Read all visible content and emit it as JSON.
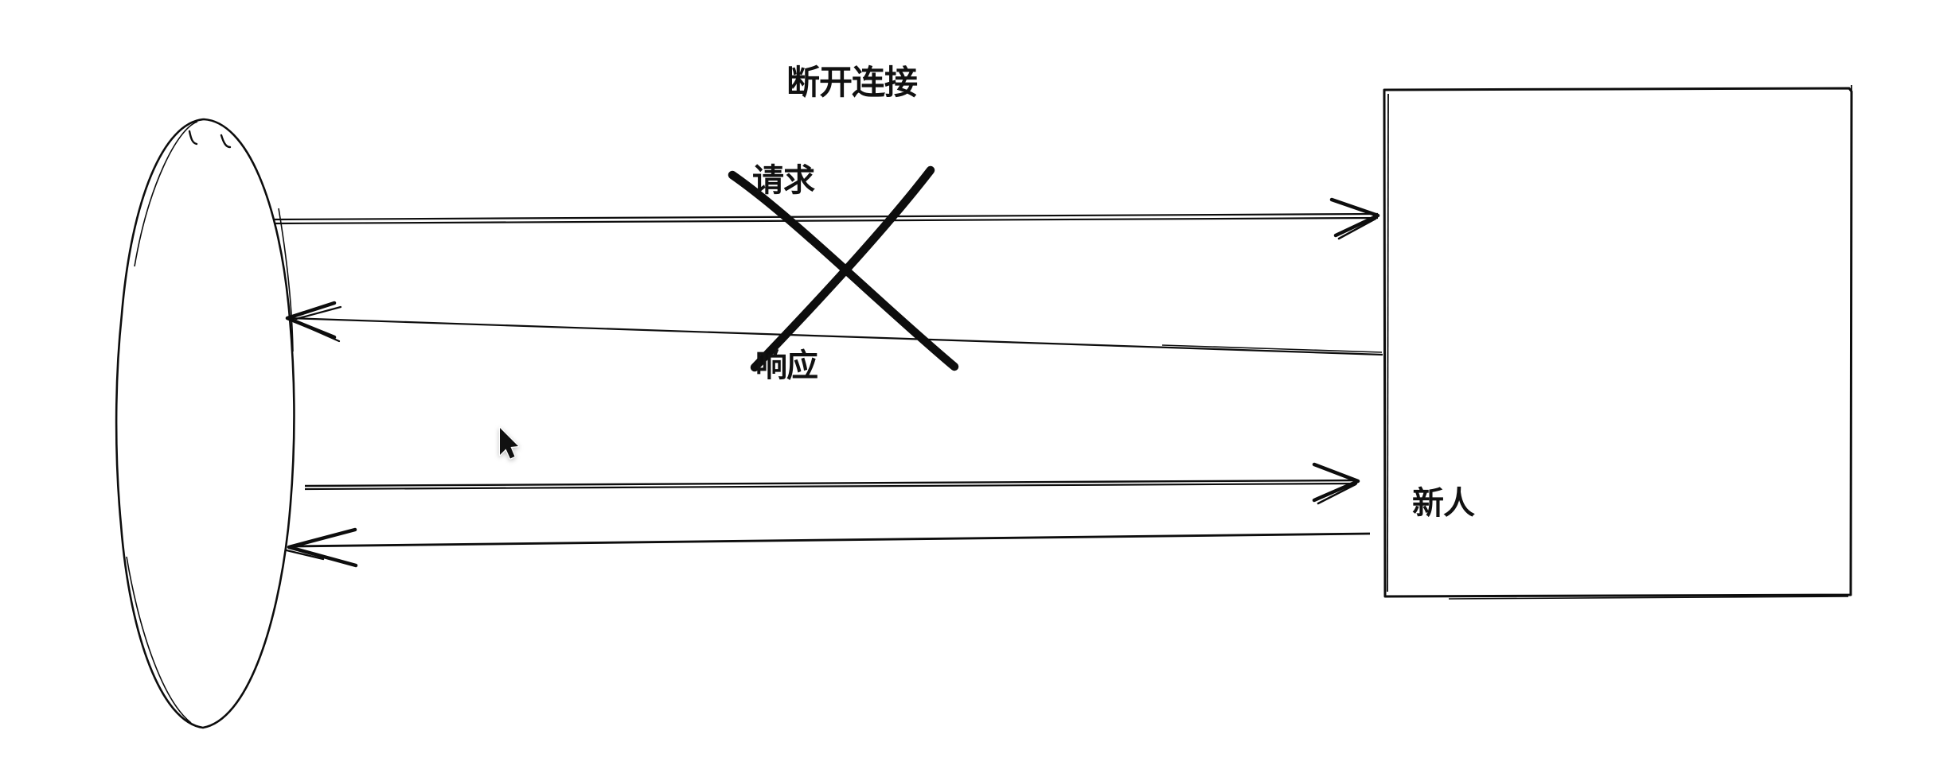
{
  "app": {
    "background_color": "#ffffff",
    "ink_color": "#0d0d0d"
  },
  "labels": {
    "disconnect": "断开连接",
    "request": "请求",
    "response": "响应",
    "newcomer": "新人"
  },
  "icons": {
    "cross_out": "x-mark",
    "pointer": "arrow-cursor"
  }
}
